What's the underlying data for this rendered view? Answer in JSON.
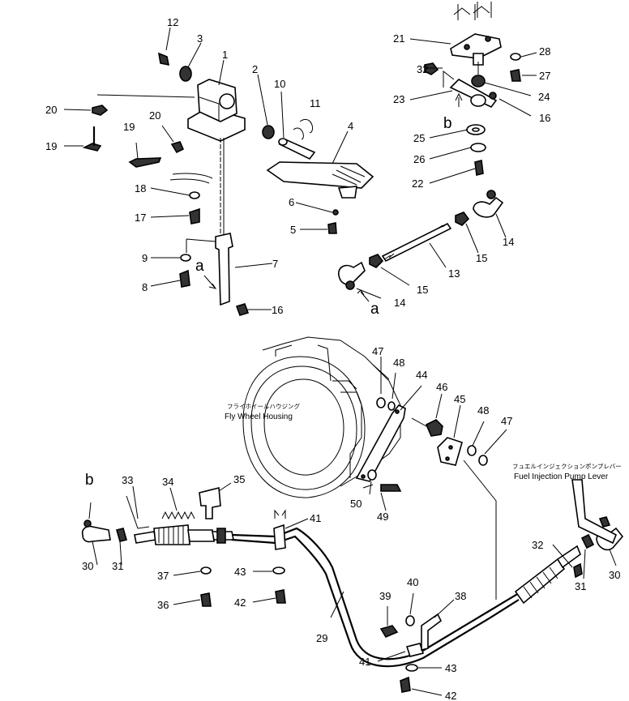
{
  "captions": {
    "flywheel_jp": "フライホイールハウジング",
    "flywheel_en": "Fly Wheel Housing",
    "pump_jp": "フュエルインジェクションポンプレバー",
    "pump_en": "Fuel Injection Pump Lever"
  },
  "callouts": {
    "n1": "1",
    "n2": "2",
    "n3": "3",
    "n4": "4",
    "n5": "5",
    "n6": "6",
    "n7": "7",
    "n8": "8",
    "n9": "9",
    "n10": "10",
    "n11": "11",
    "n12": "12",
    "n13": "13",
    "n14a": "14",
    "n14b": "14",
    "n15a": "15",
    "n15b": "15",
    "n16a": "16",
    "n16b": "16",
    "n17": "17",
    "n18": "18",
    "n19a": "19",
    "n19b": "19",
    "n20a": "20",
    "n20b": "20",
    "n21": "21",
    "n22": "22",
    "n23": "23",
    "n24": "24",
    "n25": "25",
    "n26": "26",
    "n27": "27",
    "n28": "28",
    "n29": "29",
    "n30a": "30",
    "n30b": "30",
    "n31a": "31",
    "n31b": "31",
    "n32a": "32",
    "n32b": "32",
    "n33": "33",
    "n34": "34",
    "n35": "35",
    "n36": "36",
    "n37": "37",
    "n38": "38",
    "n39": "39",
    "n40": "40",
    "n41a": "41",
    "n41b": "41",
    "n42a": "42",
    "n42b": "42",
    "n43a": "43",
    "n43b": "43",
    "n44": "44",
    "n45": "45",
    "n46": "46",
    "n47a": "47",
    "n47b": "47",
    "n48a": "48",
    "n48b": "48",
    "n49": "49",
    "n50": "50"
  },
  "markers": {
    "a1": "a",
    "a2": "a",
    "b1": "b",
    "b2": "b"
  }
}
